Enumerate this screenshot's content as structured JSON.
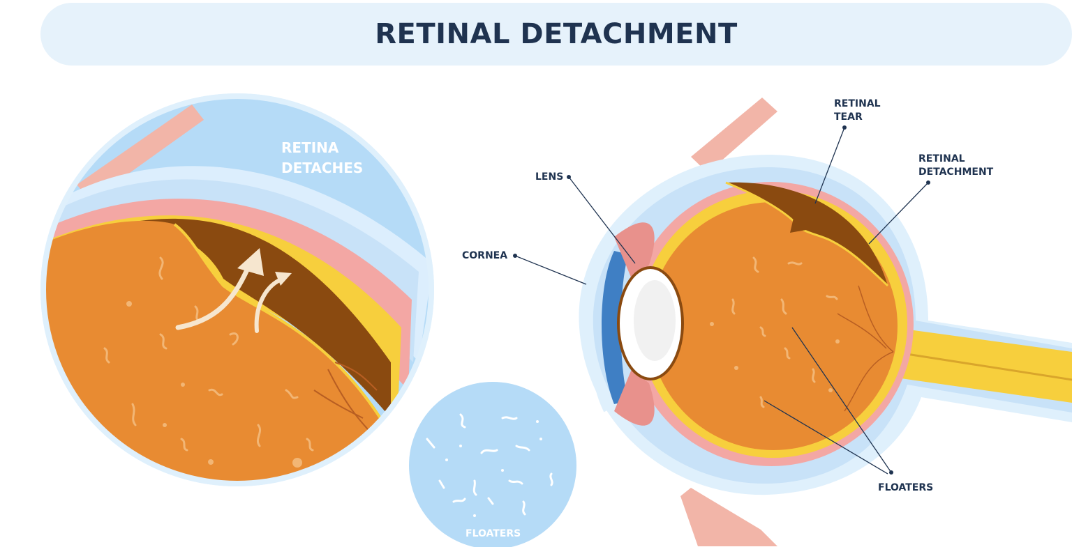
{
  "title": "RETINAL DETACHMENT",
  "zoom_panel": {
    "caption_line1": "RETINA",
    "caption_line2": "DETACHES"
  },
  "floaters_panel": {
    "caption": "FLOATERS"
  },
  "eye_labels": {
    "lens": "LENS",
    "cornea": "CORNEA",
    "retinal_tear_line1": "RETINAL",
    "retinal_tear_line2": "TEAR",
    "retinal_detachment_line1": "RETINAL",
    "retinal_detachment_line2": "DETACHMENT",
    "floaters": "FLOATERS"
  },
  "colors": {
    "title_text": "#1f3350",
    "title_bg": "#e6f2fb",
    "vitreous": "#e88b32",
    "detached_space": "#8a4a10",
    "retina_yellow": "#f7cf3d",
    "choroid_pink": "#f3a7a4",
    "sclera_blue": "#aad4f5",
    "muscle_pink": "#f2b5a8"
  }
}
